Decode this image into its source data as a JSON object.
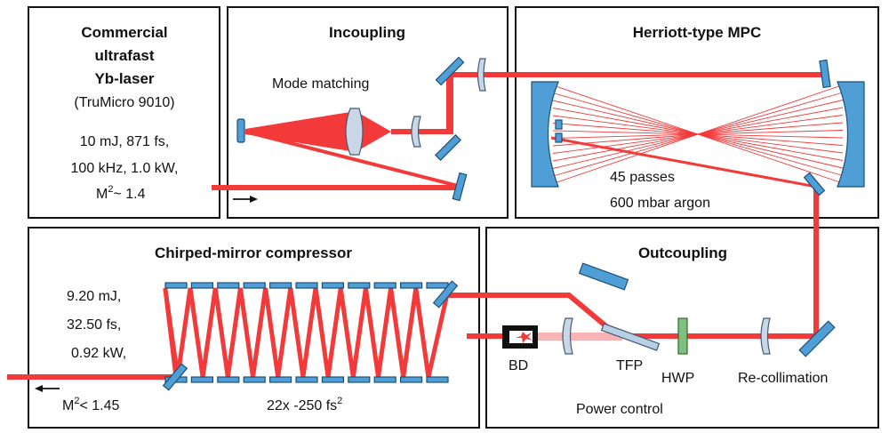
{
  "sections": {
    "laser": {
      "title_lines": [
        "Commercial",
        "ultrafast",
        "Yb-laser"
      ],
      "model": "(TruMicro 9010)",
      "spec_line1": "10 mJ, 871 fs,",
      "spec_line2": "100 kHz, 1.0 kW,",
      "spec_m2": "M",
      "spec_m2_sup": "2",
      "spec_m2_value": "~ 1.4"
    },
    "incoupling": {
      "title": "Incoupling",
      "mode_matching": "Mode matching"
    },
    "mpc": {
      "title": "Herriott-type MPC",
      "passes": "45 passes",
      "gas": "600 mbar argon"
    },
    "compressor": {
      "title": "Chirped-mirror compressor",
      "out_energy": "9.20 mJ,",
      "out_duration": "32.50 fs,",
      "out_power": "0.92 kW,",
      "out_m2": "M",
      "out_m2_sup": "2",
      "out_m2_value": "< 1.45",
      "gdd_label": "22x -250 fs",
      "gdd_sup": "2"
    },
    "outcoupling": {
      "title": "Outcoupling",
      "bd": "BD",
      "tfp": "TFP",
      "hwp": "HWP",
      "recollimation": "Re-collimation",
      "power_control": "Power control"
    }
  },
  "colors": {
    "beam": "#f23a3a",
    "mirror": "#4f9fd6",
    "lens": "#c9d6e6",
    "hwp": "#7fbf7f"
  }
}
